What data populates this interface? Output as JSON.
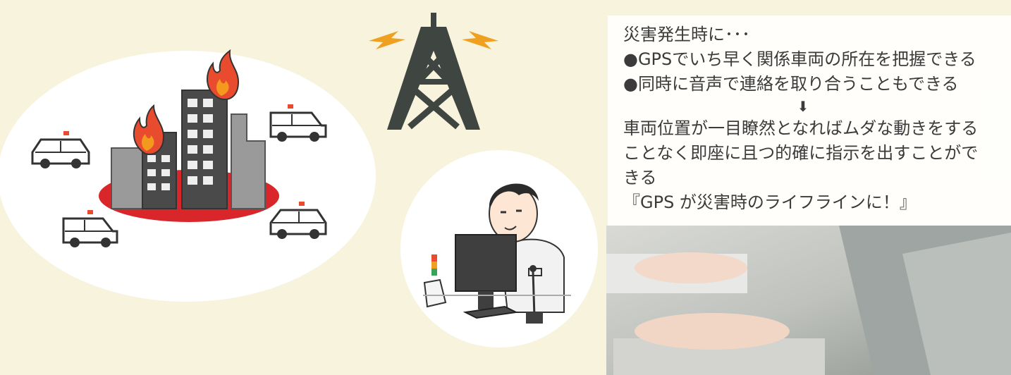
{
  "text": {
    "intro": "災害発生時に･･･",
    "bullet_1": "●GPSでいち早く関係車両の所在を把握できる",
    "bullet_2": "●同時に音声で連絡を取り合うこともできる",
    "arrow": "⬇",
    "result_line_1": "車両位置が一目瞭然となればムダな動きをする",
    "result_line_2": "ことなく即座に且つ的確に指示を出すことがで",
    "result_line_3": "きる",
    "slogan": "『GPS が災害時のライフラインに！』"
  },
  "colors": {
    "background": "#f8f3dc",
    "fire_red": "#e94b2e",
    "fire_orange": "#f39a1e",
    "building_dark": "#4a4a4a",
    "building_gray": "#9a9a9a",
    "ground_red": "#d9262b",
    "tower_dark": "#3f4541",
    "signal_orange": "#f0a020"
  }
}
